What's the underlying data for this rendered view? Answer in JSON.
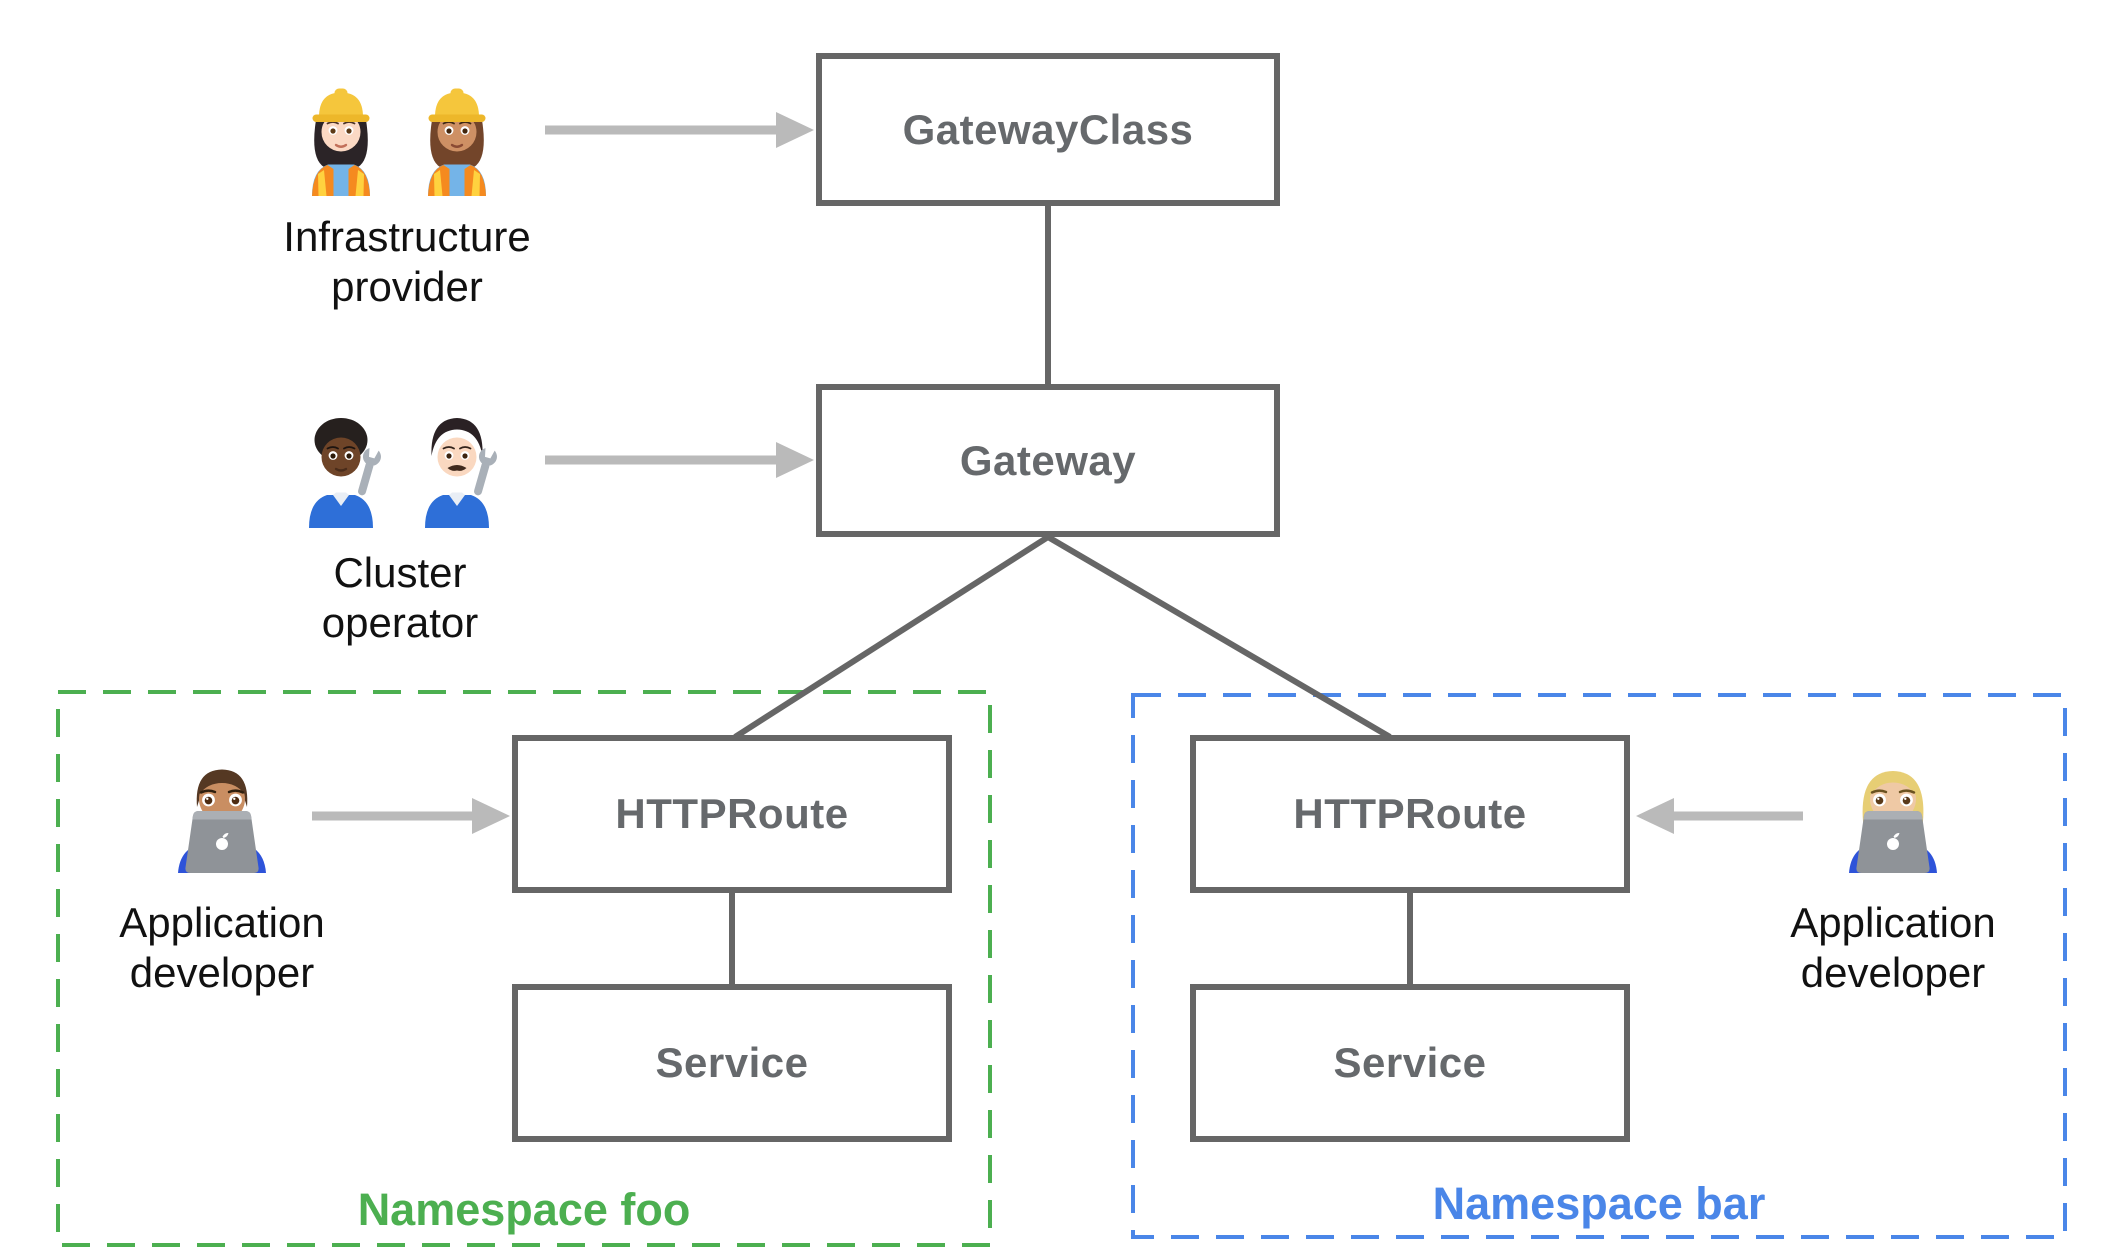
{
  "colors": {
    "background": "#ffffff",
    "box_border": "#666666",
    "box_label": "#66696c",
    "connector": "#666666",
    "arrow": "#bababa",
    "persona_text": "#111111",
    "namespace_foo": "#4caf50",
    "namespace_bar": "#4a86e8"
  },
  "nodes": {
    "gatewayclass": {
      "label": "GatewayClass"
    },
    "gateway": {
      "label": "Gateway"
    },
    "httproute_foo": {
      "label": "HTTPRoute"
    },
    "service_foo": {
      "label": "Service"
    },
    "httproute_bar": {
      "label": "HTTPRoute"
    },
    "service_bar": {
      "label": "Service"
    }
  },
  "namespaces": {
    "foo": {
      "label": "Namespace foo"
    },
    "bar": {
      "label": "Namespace bar"
    }
  },
  "personas": {
    "infrastructure_provider": {
      "lines": [
        "Infrastructure",
        "provider"
      ],
      "icons": [
        "woman-construction-worker-light-icon",
        "woman-construction-worker-medium-icon"
      ]
    },
    "cluster_operator": {
      "lines": [
        "Cluster",
        "operator"
      ],
      "icons": [
        "mechanic-dark-icon",
        "man-mechanic-light-icon"
      ]
    },
    "app_developer_foo": {
      "lines": [
        "Application",
        "developer"
      ],
      "icons": [
        "man-technologist-icon"
      ]
    },
    "app_developer_bar": {
      "lines": [
        "Application",
        "developer"
      ],
      "icons": [
        "woman-technologist-icon"
      ]
    }
  }
}
